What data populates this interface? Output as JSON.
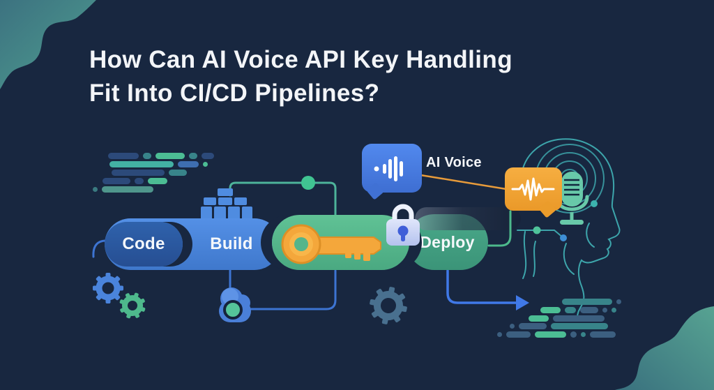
{
  "title": {
    "line1": "How Can AI Voice API Key Handling",
    "line2": "Fit Into CI/CD Pipelines?"
  },
  "pipeline": {
    "stages": [
      {
        "label": "Code"
      },
      {
        "label": "Build"
      },
      {
        "label": "Deploy"
      }
    ]
  },
  "callout": {
    "label": "AI Voice"
  },
  "colors": {
    "background": "#182740",
    "stage_code": "#2b58a0",
    "stage_build": "#4c87de",
    "stage_deploy": "#42a081",
    "key_pill_green": "#57ba8d",
    "api_key_orange": "#f4a73b",
    "lock_body": "#c9d4f5",
    "bubble_blue": "#4a7fe0",
    "bubble_orange": "#f2a435",
    "teal_accent": "#3da5ab",
    "line_blue": "#3d74d2",
    "title_text": "#f3f5f8"
  },
  "icons": [
    "build-blocks-icon",
    "artifact-store-icon",
    "api-key-icon",
    "lock-icon",
    "waveform-bars-icon",
    "waveform-wave-icon",
    "microphone-icon",
    "head-profile-icon",
    "gear-icon",
    "arrow-right-icon"
  ]
}
